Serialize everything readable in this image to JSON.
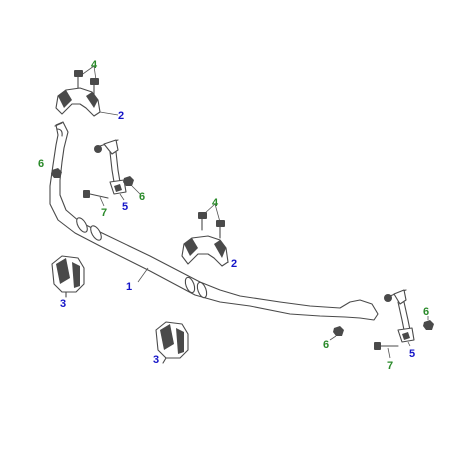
{
  "callouts": {
    "bar": "1",
    "clamp_left": "2",
    "clamp_right": "2",
    "bush_left": "3",
    "bush_center": "3",
    "bolt_group_left": "4",
    "bolt_group_right": "4",
    "link_left": "5",
    "link_right": "5",
    "nut_left_top": "6",
    "nut_left_link": "6",
    "nut_right_top": "6",
    "nut_right_bottom": "6",
    "bolt_left": "7",
    "bolt_right": "7"
  },
  "colors": {
    "label_blue": "#1414c8",
    "label_green": "#2a8a2a",
    "part_fill": "#ffffff",
    "shade_fill": "#4a4a4a",
    "line": "#4a4a4a"
  }
}
